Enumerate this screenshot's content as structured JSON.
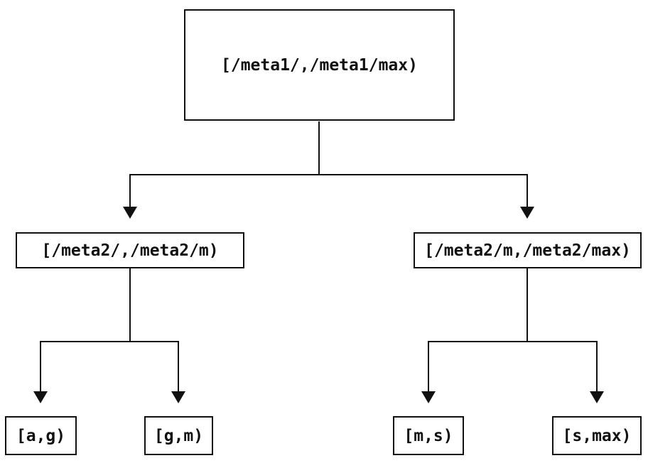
{
  "diagram": {
    "type": "tree",
    "background_color": "#ffffff",
    "line_color": "#111111",
    "node_border_color": "#111111",
    "node_fill_color": "#ffffff",
    "text_color": "#111111",
    "nodes": {
      "root": {
        "label": "[/meta1/,/meta1/max)"
      },
      "level2_left": {
        "label": "[/meta2/,/meta2/m)"
      },
      "level2_right": {
        "label": "[/meta2/m,/meta2/max)"
      },
      "leaf_a_g": {
        "label": "[a,g)"
      },
      "leaf_g_m": {
        "label": "[g,m)"
      },
      "leaf_m_s": {
        "label": "[m,s)"
      },
      "leaf_s_max": {
        "label": "[s,max)"
      }
    },
    "edges": [
      {
        "from": "root",
        "to": "level2_left"
      },
      {
        "from": "root",
        "to": "level2_right"
      },
      {
        "from": "level2_left",
        "to": "leaf_a_g"
      },
      {
        "from": "level2_left",
        "to": "leaf_g_m"
      },
      {
        "from": "level2_right",
        "to": "leaf_m_s"
      },
      {
        "from": "level2_right",
        "to": "leaf_s_max"
      }
    ]
  }
}
